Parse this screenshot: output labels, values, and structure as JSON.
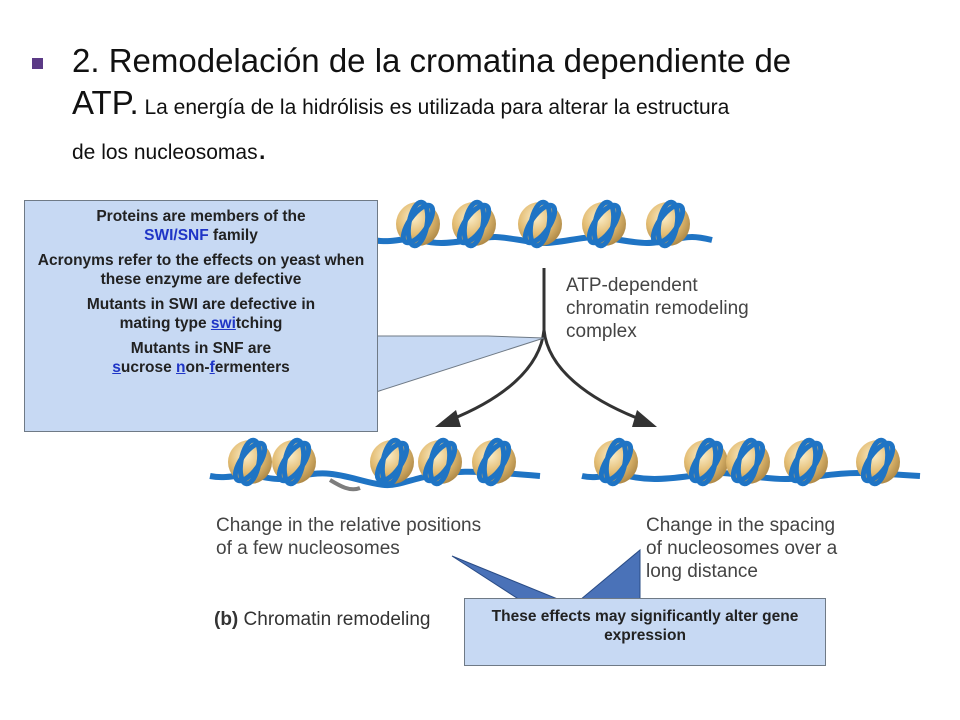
{
  "heading": {
    "part1": "2. Remodelación de la cromatina dependiente de",
    "part2": "ATP.",
    "part3": " La energía de la hidrólisis es utilizada para alterar la estructura",
    "part4": "de los nucleosomas",
    "period": "."
  },
  "figure": {
    "complex_label": "ATP-dependent\nchromatin remodeling\ncomplex",
    "left_caption": "Change in the relative positions\nof a few nucleosomes",
    "right_caption": "Change in the spacing\nof nucleosomes over a\nlong distance",
    "panel_letter": "(b)",
    "panel_title": "Chromatin remodeling"
  },
  "callout_left": {
    "line1": "Proteins are members of the",
    "family_name": "SWI/SNF",
    "family_suffix": " family",
    "line3": "Acronyms refer to the effects on yeast when these enzyme are defective",
    "line4": "Mutants in SWI are defective in",
    "line5_prefix": "mating type ",
    "line5_link": "swi",
    "line5_suffix": "tching",
    "line6": "Mutants in SNF are",
    "line7_s": "s",
    "line7_a": "ucrose ",
    "line7_n": "n",
    "line7_b": "on-",
    "line7_f": "f",
    "line7_c": "ermenters"
  },
  "callout_bottom": {
    "text": "These effects may significantly alter gene expression"
  },
  "colors": {
    "dna": "#1f74c4",
    "nucleosome": "#e3bc72",
    "callout_bg": "#c7d9f3",
    "bullet": "#5b3a86"
  }
}
